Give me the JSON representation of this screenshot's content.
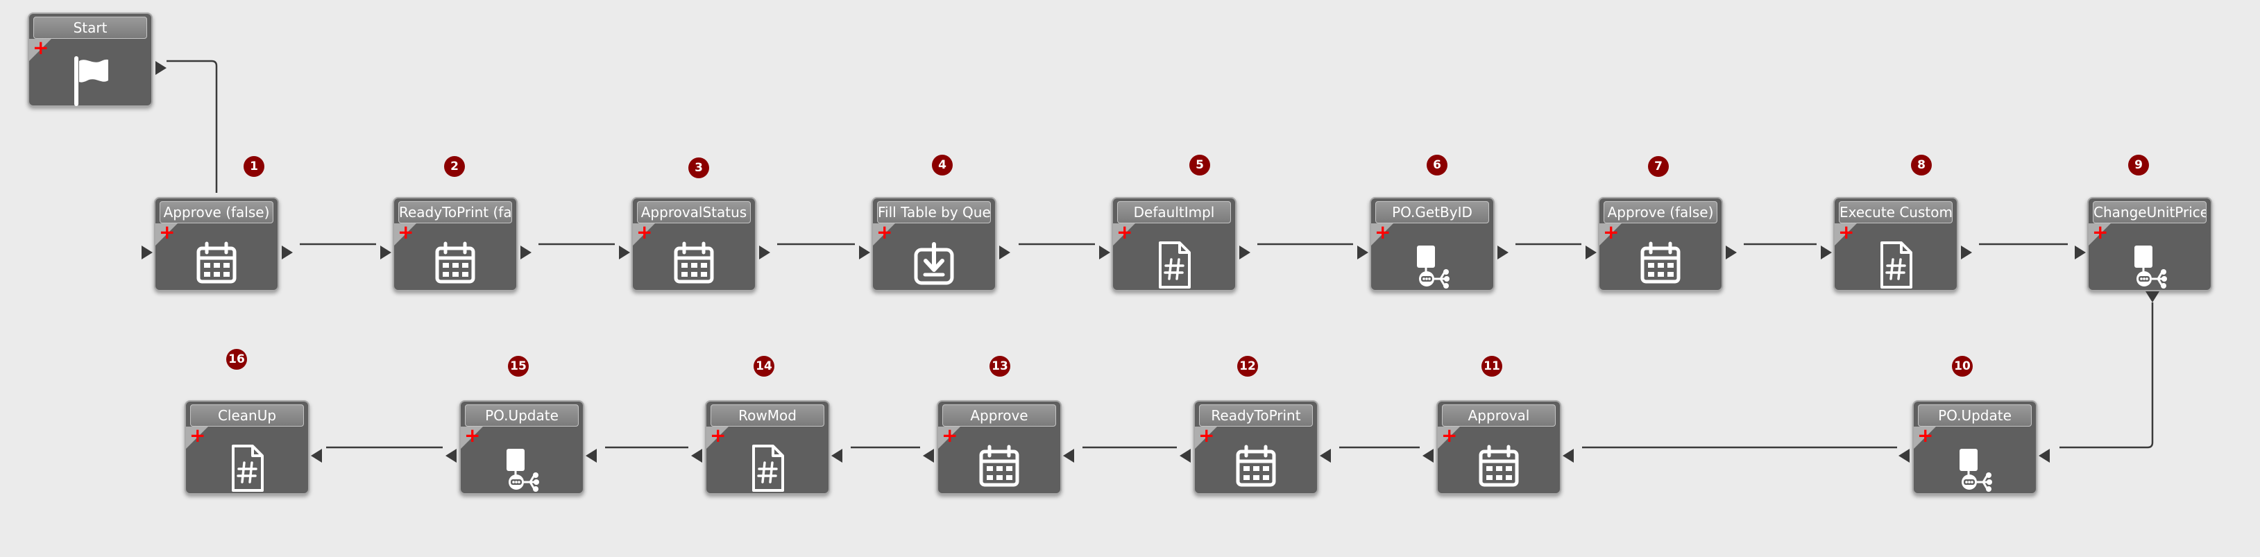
{
  "colors": {
    "canvas": "#ebebeb",
    "node": "#5f5f5f",
    "badge": "#8b0000",
    "plus": "#ff0000"
  },
  "start": {
    "title": "Start",
    "icon": "flag-icon"
  },
  "nodes": [
    {
      "num": "1",
      "title": "Approve (false)",
      "icon": "calendar-icon"
    },
    {
      "num": "2",
      "title": "ReadyToPrint (false",
      "icon": "calendar-icon"
    },
    {
      "num": "3",
      "title": "ApprovalStatus",
      "icon": "calendar-icon"
    },
    {
      "num": "4",
      "title": "Fill Table by Query",
      "icon": "download-icon"
    },
    {
      "num": "5",
      "title": "DefaultImpl",
      "icon": "hash-document-icon"
    },
    {
      "num": "6",
      "title": "PO.GetByID",
      "icon": "service-icon"
    },
    {
      "num": "7",
      "title": "Approve (false)",
      "icon": "calendar-icon"
    },
    {
      "num": "8",
      "title": "Execute Custom Co",
      "icon": "hash-document-icon"
    },
    {
      "num": "9",
      "title": "ChangeUnitPrice",
      "icon": "service-icon"
    },
    {
      "num": "10",
      "title": "PO.Update",
      "icon": "service-icon"
    },
    {
      "num": "11",
      "title": "Approval",
      "icon": "calendar-icon"
    },
    {
      "num": "12",
      "title": "ReadyToPrint",
      "icon": "calendar-icon"
    },
    {
      "num": "13",
      "title": "Approve",
      "icon": "calendar-icon"
    },
    {
      "num": "14",
      "title": "RowMod",
      "icon": "hash-document-icon"
    },
    {
      "num": "15",
      "title": "PO.Update",
      "icon": "service-icon"
    },
    {
      "num": "16",
      "title": "CleanUp",
      "icon": "hash-document-icon"
    }
  ]
}
